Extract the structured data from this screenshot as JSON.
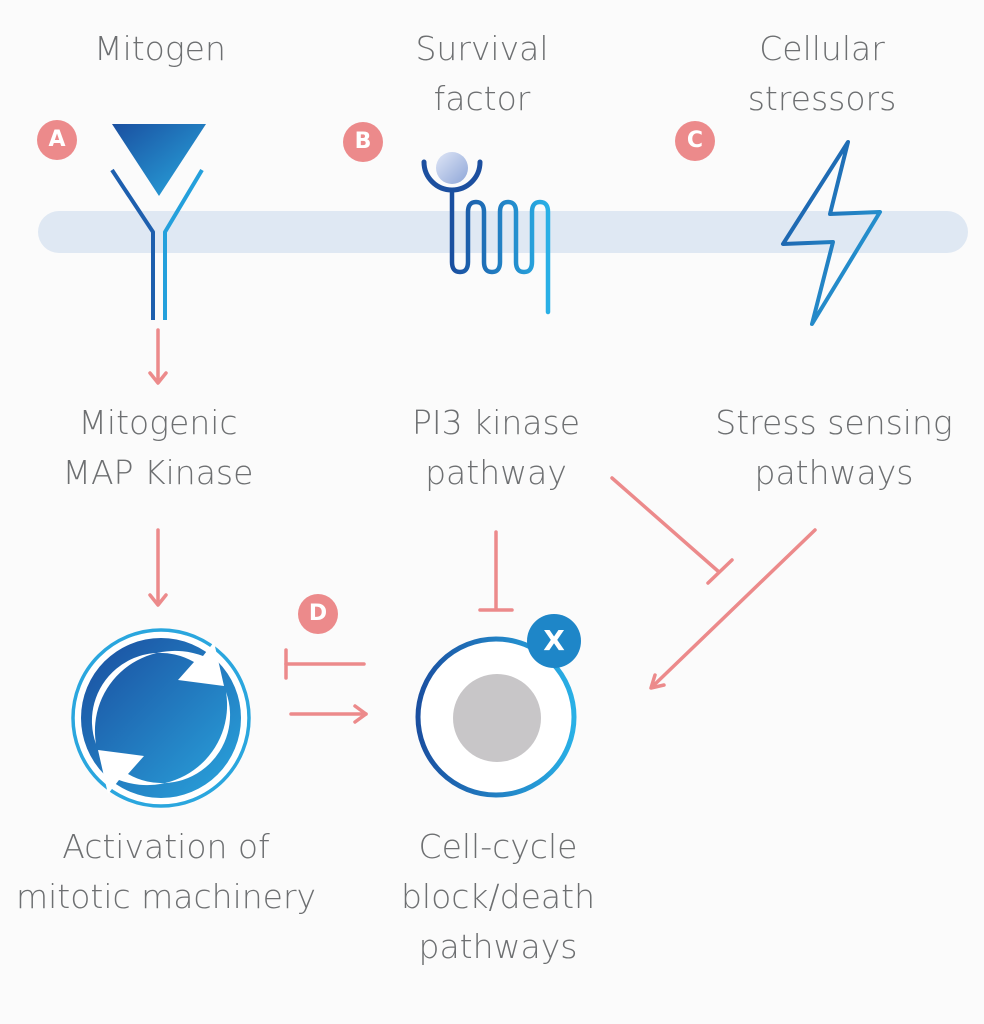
{
  "labels": {
    "mitogen": [
      "Mitogen"
    ],
    "survival": [
      "Survival",
      "factor"
    ],
    "stressors": [
      "Cellular",
      "stressors"
    ],
    "mapk": [
      "Mitogenic",
      "MAP Kinase"
    ],
    "pi3k": [
      "PI3 kinase",
      "pathway"
    ],
    "stress_path": [
      "Stress sensing",
      "pathways"
    ],
    "activation": [
      "Activation of",
      "mitotic machinery"
    ],
    "cellcycle": [
      "Cell-cycle",
      "block/death",
      "pathways"
    ]
  },
  "badges": {
    "a": "A",
    "b": "B",
    "c": "C",
    "d": "D"
  },
  "cell_badge": "X",
  "colors": {
    "label_badge": "#ec8a8b",
    "arrow": "#ec8a8b",
    "receptor_blue": "#1e86c8",
    "membrane": "#dfe8f3",
    "text": "#6d6f71",
    "nucleus": "#c8c6c8"
  }
}
